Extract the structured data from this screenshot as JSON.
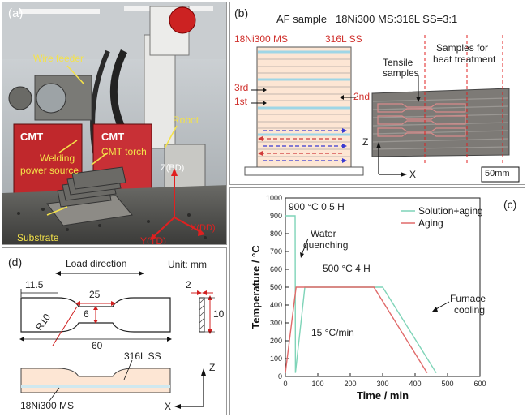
{
  "panel_a": {
    "label": "(a)",
    "callouts": {
      "wire_feeder": "Wire feeder",
      "robot": "Robot",
      "cmt_torch": "CMT torch",
      "welding_power_source_1": "Welding",
      "welding_power_source_2": "power source",
      "substrate": "Substrate",
      "z_bd": "Z(BD)",
      "y_td": "Y(TD)",
      "x_dd": "X(DD)",
      "cmt_logo": "CMT"
    }
  },
  "panel_b": {
    "label": "(b)",
    "title": "AF sample   18Ni300 MS:316L SS=3:1",
    "ms_label": "18Ni300 MS",
    "ss_label": "316L SS",
    "first": "1st",
    "second": "2nd",
    "third": "3rd",
    "tensile_1": "Tensile",
    "tensile_2": "samples",
    "heat_1": "Samples for",
    "heat_2": "heat treatment",
    "axis_z": "Z",
    "axis_x": "X",
    "scale": "50mm"
  },
  "panel_c": {
    "label": "(c)",
    "annotations": {
      "solution": "900 °C 0.5 H",
      "quench_1": "Water",
      "quench_2": "quenching",
      "aging": "500 °C 4 H",
      "rate": "15 °C/min",
      "furnace_1": "Furnace",
      "furnace_2": "cooling"
    }
  },
  "panel_d": {
    "label": "(d)",
    "unit": "Unit: mm",
    "load_direction": "Load direction",
    "dims": {
      "d115": "11.5",
      "d25": "25",
      "d2": "2",
      "d6": "6",
      "d10": "10",
      "r10": "R10",
      "d60": "60"
    },
    "ss_label": "316L SS",
    "ms_label": "18Ni300 MS",
    "axis_z": "Z",
    "axis_x": "X"
  },
  "chart_data": {
    "type": "line",
    "xlabel": "Time / min",
    "ylabel": "Temperature / °C",
    "xlim": [
      0,
      600
    ],
    "ylim": [
      0,
      1000
    ],
    "xticks": [
      0,
      100,
      200,
      300,
      400,
      500,
      600
    ],
    "yticks": [
      0,
      100,
      200,
      300,
      400,
      500,
      600,
      700,
      800,
      900,
      1000
    ],
    "legend_position": "top-right",
    "series": [
      {
        "name": "Solution+aging",
        "color": "#7fd4b8",
        "x": [
          0,
          0.5,
          30,
          31,
          60,
          300,
          465
        ],
        "y": [
          900,
          900,
          900,
          20,
          500,
          500,
          20
        ]
      },
      {
        "name": "Aging",
        "color": "#e06a6a",
        "x": [
          0,
          33,
          273,
          437
        ],
        "y": [
          20,
          500,
          500,
          20
        ]
      }
    ]
  }
}
